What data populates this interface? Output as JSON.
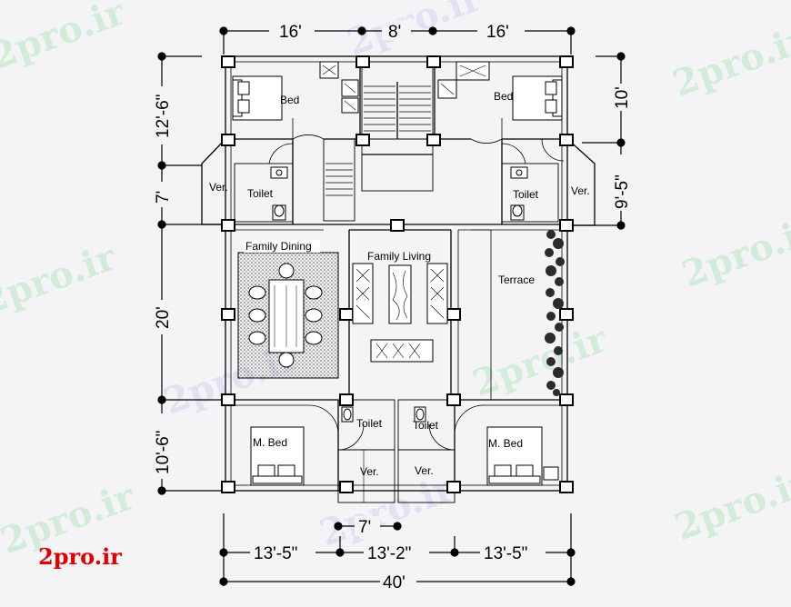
{
  "logo": "2pro.ir",
  "watermark": "2pro.ir",
  "dimensions": {
    "top": [
      "16'",
      "8'",
      "16'"
    ],
    "left": [
      "12'-6\"",
      "7'",
      "20'",
      "10'-6\""
    ],
    "right": [
      "10'",
      "9'-5\""
    ],
    "bottom_inner": "7'",
    "bottom": [
      "13'-5\"",
      "13'-2\"",
      "13'-5\""
    ],
    "total": "40'"
  },
  "rooms": {
    "bed_left": "Bed",
    "bed_right": "Bed",
    "toilet_top_left": "Toilet",
    "toilet_top_right": "Toilet",
    "ver_top_left": "Ver.",
    "ver_top_right": "Ver.",
    "family_dining": "Family Dining",
    "family_living": "Family Living",
    "terrace": "Terrace",
    "toilet_bottom_left": "Toilet",
    "toilet_bottom_right": "Toilet",
    "mbed_left": "M. Bed",
    "mbed_right": "M. Bed",
    "ver_bottom_left": "Ver.",
    "ver_bottom_right": "Ver."
  },
  "colors": {
    "line": "#000000",
    "logo": "#e00000",
    "hatch": "#9a9a9a",
    "plants": "#2c2c2c"
  }
}
